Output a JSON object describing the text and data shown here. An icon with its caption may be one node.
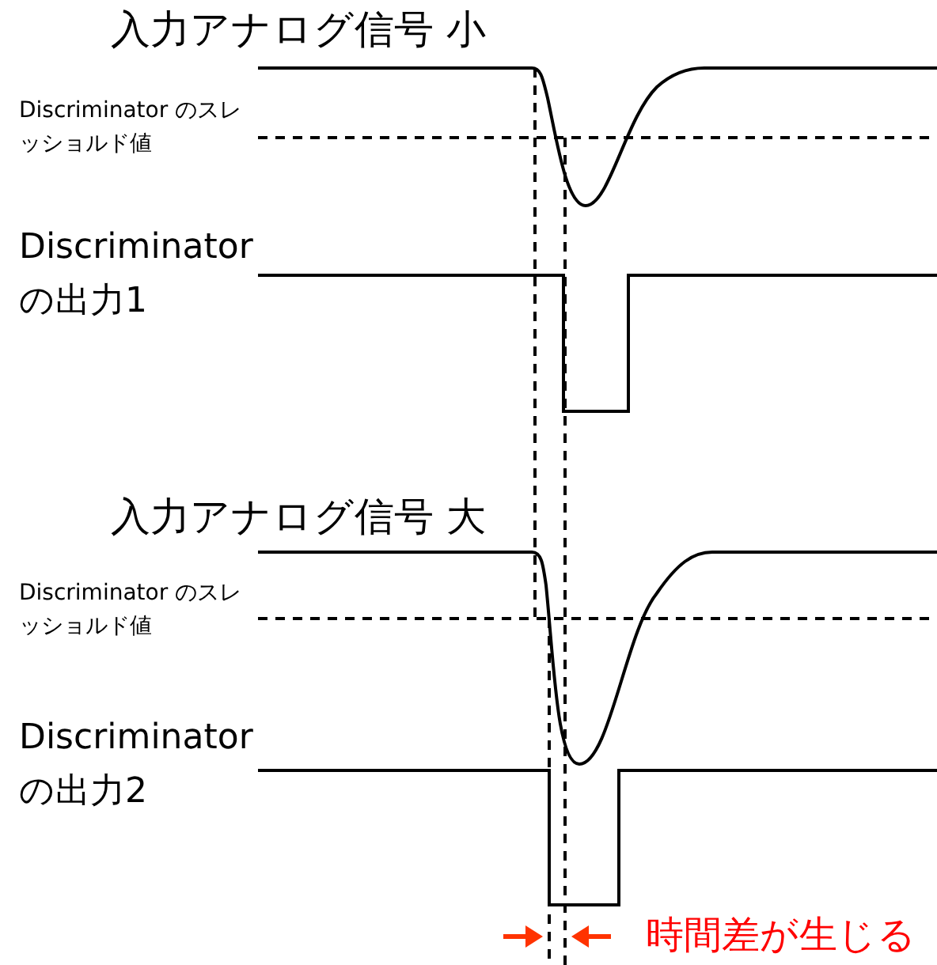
{
  "diagram": {
    "labels": [
      "入力アナログ信号 小",
      "Discriminator のスレッショルド値",
      "Discriminator の出力1",
      "入力アナログ信号 大",
      "Discriminator のスレッショルド値",
      "Discriminator の出力2",
      "時間差が生じる"
    ]
  }
}
